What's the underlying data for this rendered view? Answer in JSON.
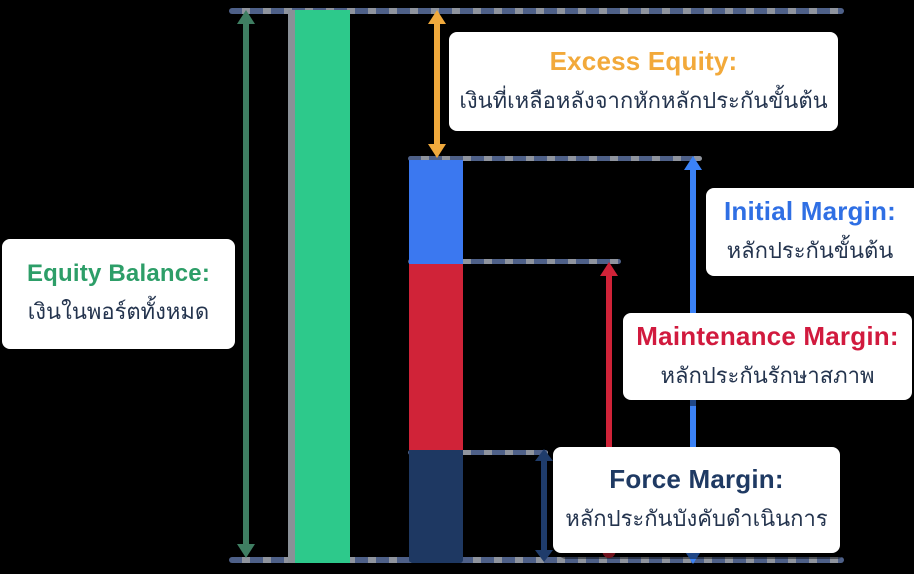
{
  "diagram": {
    "type": "margin-levels-explainer",
    "background_color": "#000000",
    "annotations": {
      "equity_balance": {
        "title": "Equity Balance:",
        "description": "เงินในพอร์ตทั้งหมด",
        "accent_color": "#2D9E68"
      },
      "excess_equity": {
        "title": "Excess Equity:",
        "description": "เงินที่เหลือหลังจากหักหลักประกันขั้นต้น",
        "accent_color": "#F2A93A"
      },
      "initial_margin": {
        "title": "Initial Margin:",
        "description": "หลักประกันขั้นต้น",
        "accent_color": "#2F6FE4"
      },
      "maintenance_margin": {
        "title": "Maintenance Margin:",
        "description": "หลักประกันรักษาสภาพ",
        "accent_color": "#D11A3E"
      },
      "force_margin": {
        "title": "Force Margin:",
        "description": "หลักประกันบังคับดำเนินการ",
        "accent_color": "#1F3A63"
      }
    },
    "bars": {
      "equity_balance_bar": {
        "color": "#2DC98B",
        "extent": "full-height"
      },
      "margin_stack_segments": [
        {
          "name": "initial-margin-top-segment",
          "color": "#3B78F0"
        },
        {
          "name": "maintenance-margin-segment",
          "color": "#D02338"
        },
        {
          "name": "force-margin-segment",
          "color": "#1E3862"
        }
      ]
    },
    "measure_arrows": [
      {
        "name": "equity-balance-measure",
        "color": "#3F7E62",
        "ends": "double-arrow"
      },
      {
        "name": "excess-equity-measure",
        "color": "#F0A93C",
        "ends": "double-arrow"
      },
      {
        "name": "maintenance-margin-measure",
        "color": "#D02338",
        "ends": "arrow-top-dot-bottom"
      },
      {
        "name": "initial-margin-measure",
        "color": "#3B82F6",
        "ends": "double-arrow"
      },
      {
        "name": "force-margin-measure",
        "color": "#1F3C6B",
        "ends": "double-arrow"
      }
    ],
    "guide_line_color": "#4E6088"
  }
}
